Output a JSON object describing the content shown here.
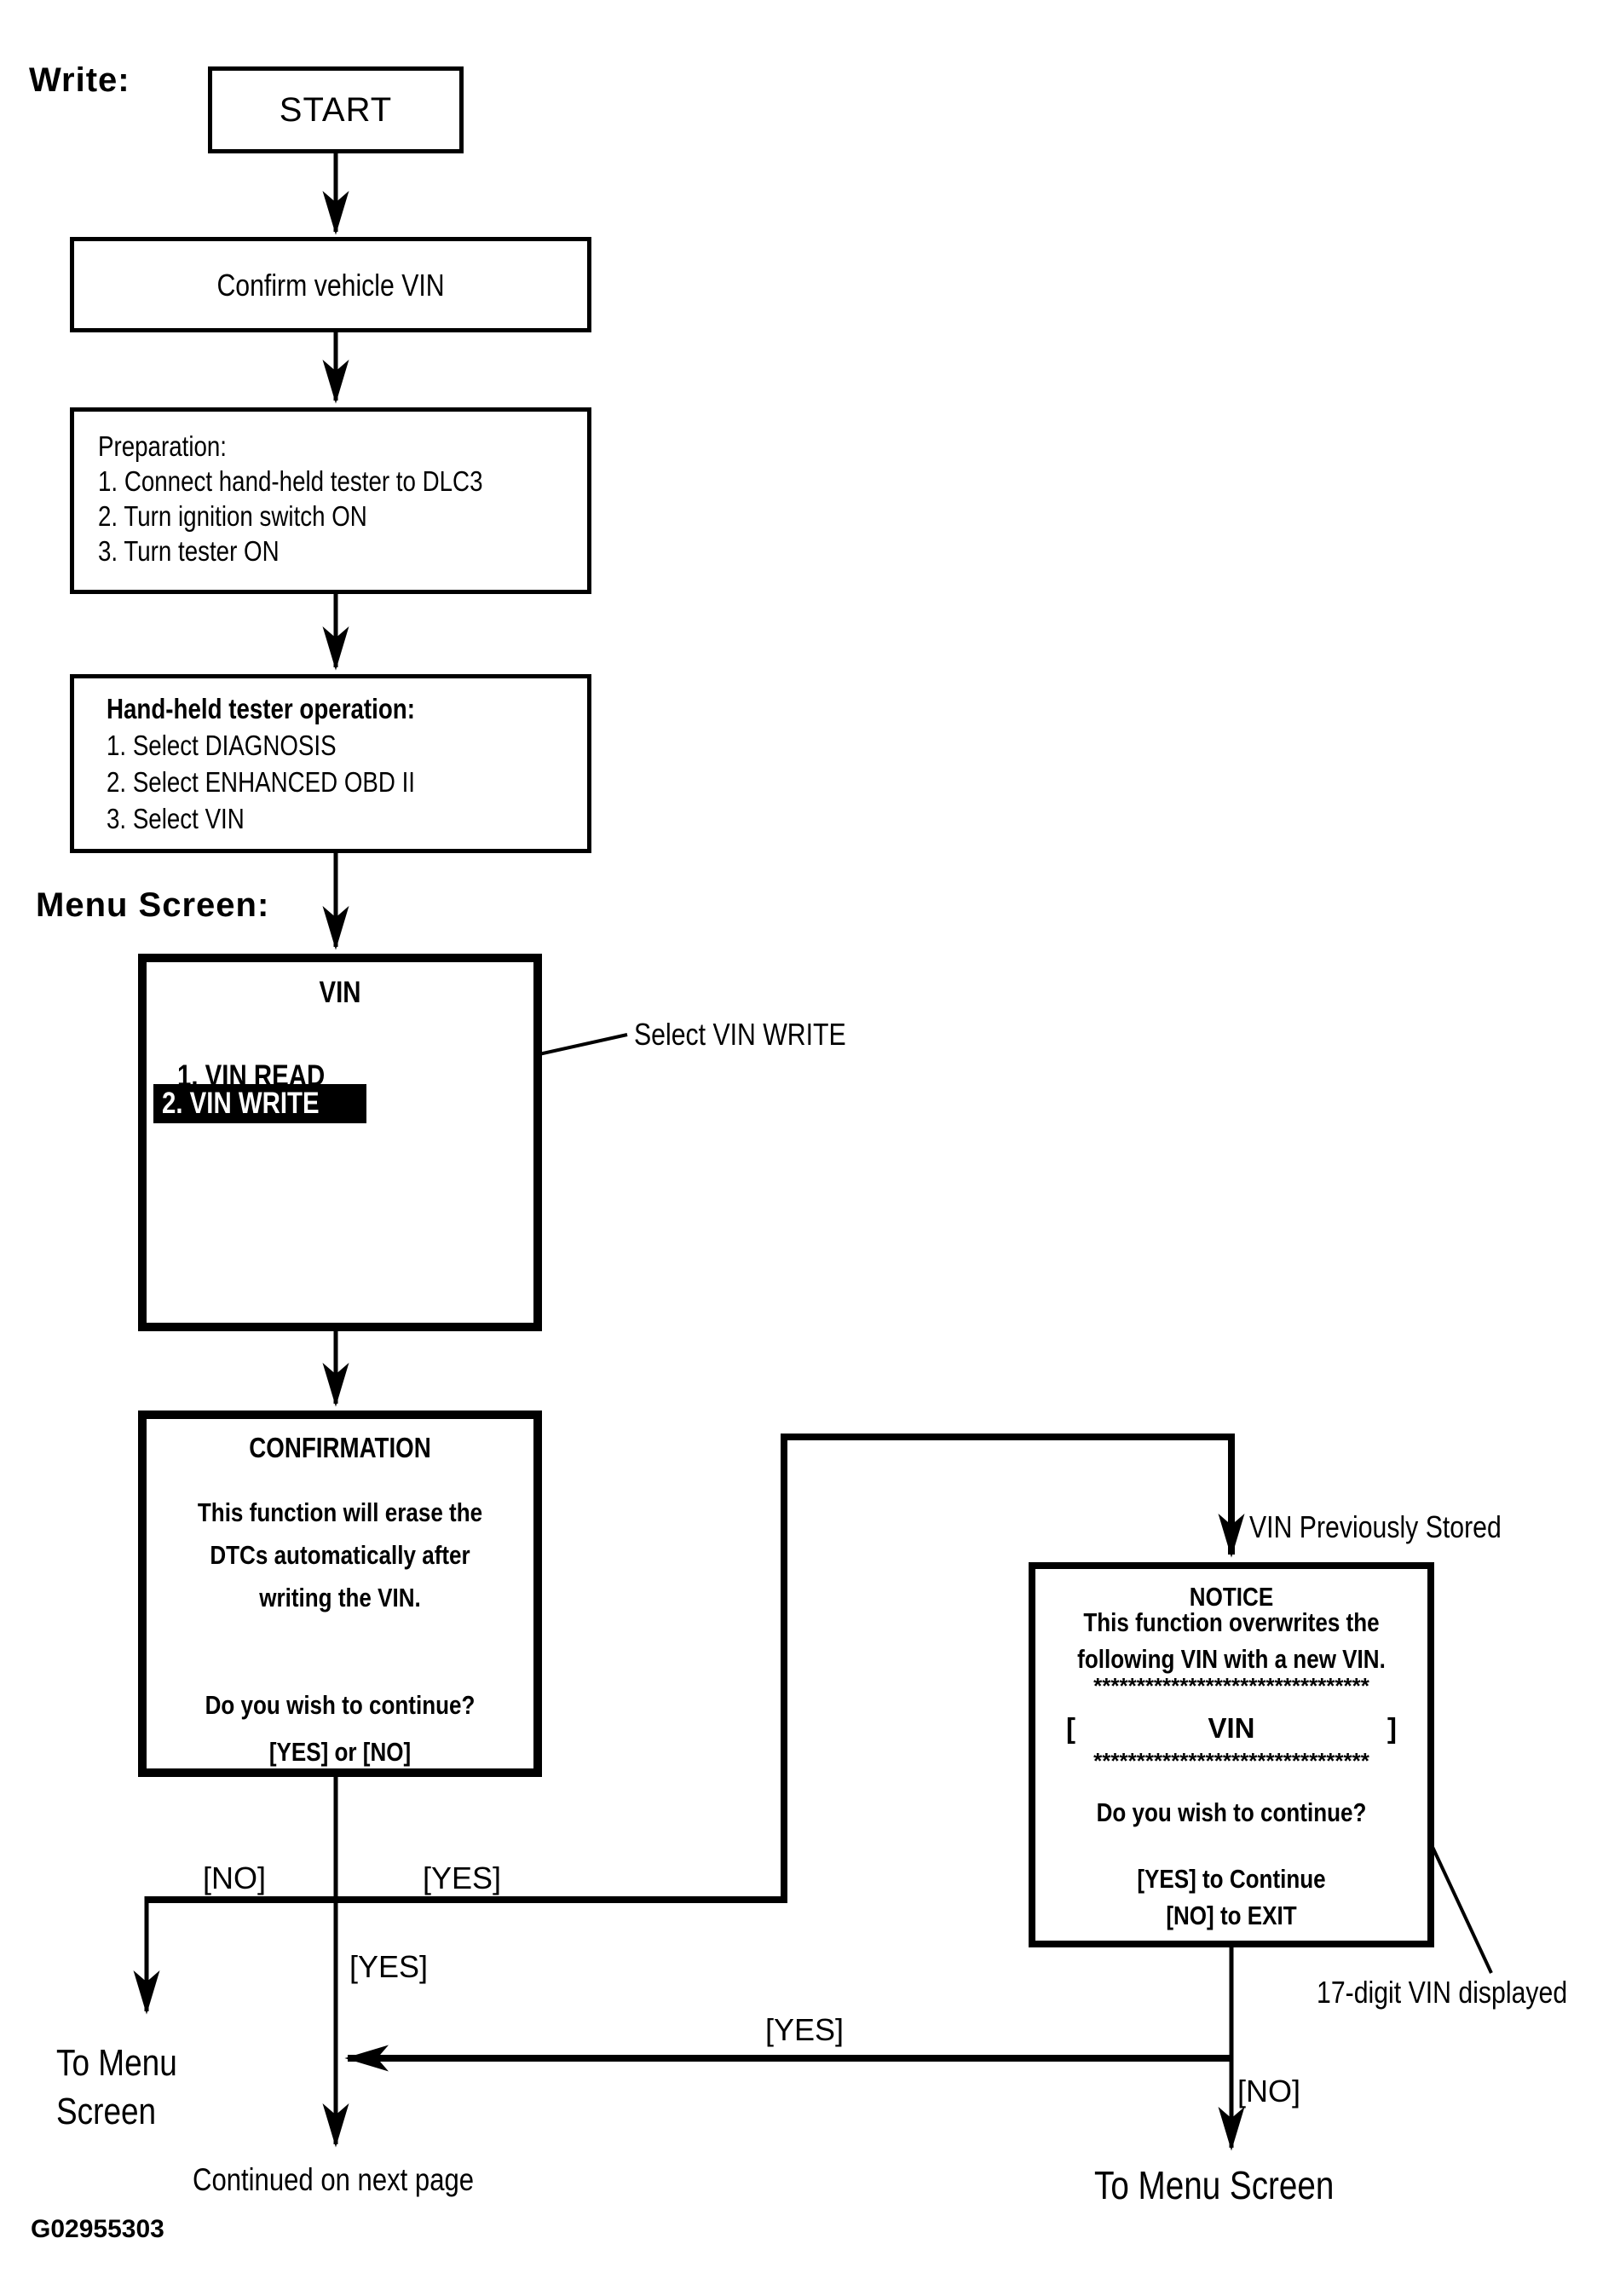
{
  "page": {
    "write_label": "Write:",
    "menu_screen_label": "Menu Screen:",
    "figure_id": "G02955303",
    "ink_color": "#000000",
    "background_color": "#ffffff"
  },
  "boxes": {
    "start": {
      "label": "START"
    },
    "confirm_vin": {
      "label": "Confirm vehicle VIN"
    },
    "preparation": {
      "title": "Preparation:",
      "steps": [
        "1. Connect hand-held tester to DLC3",
        "2. Turn ignition switch ON",
        "3. Turn tester ON"
      ]
    },
    "tester_operation": {
      "title": "Hand-held tester operation:",
      "steps": [
        "1. Select DIAGNOSIS",
        "2. Select ENHANCED OBD II",
        "3. Select VIN"
      ]
    },
    "vin_menu": {
      "title": "VIN",
      "item_read": "1. VIN READ",
      "item_write": "2. VIN WRITE"
    },
    "confirmation": {
      "title": "CONFIRMATION",
      "body_line1": "This function will erase the",
      "body_line2": "DTCs automatically after",
      "body_line3": "writing the VIN.",
      "question": "Do you wish to continue?",
      "options": "[YES] or [NO]"
    },
    "notice": {
      "title": "NOTICE",
      "body_line1": "This function overwrites the",
      "body_line2": "following VIN with a new VIN.",
      "stars_top": "********************************",
      "bracket_open": "[",
      "vin_label": "VIN",
      "bracket_close": "]",
      "stars_bottom": "********************************",
      "question": "Do you wish to continue?",
      "yes_instruction": "[YES] to Continue",
      "no_instruction": "[NO] to EXIT"
    }
  },
  "annotations": {
    "select_vin_write": "Select VIN WRITE",
    "vin_previously_stored": "VIN Previously Stored",
    "vin_digits_note": "17-digit VIN displayed"
  },
  "branch_labels": {
    "confirmation_no": "[NO]",
    "confirmation_yes": "[YES]",
    "continue_yes": "[YES]",
    "notice_yes": "[YES]",
    "notice_no": "[NO]"
  },
  "terminals": {
    "to_menu_screen_left_line1": "To Menu",
    "to_menu_screen_left_line2": "Screen",
    "continued_next_page": "Continued on next page",
    "to_menu_screen_right": "To Menu Screen"
  }
}
